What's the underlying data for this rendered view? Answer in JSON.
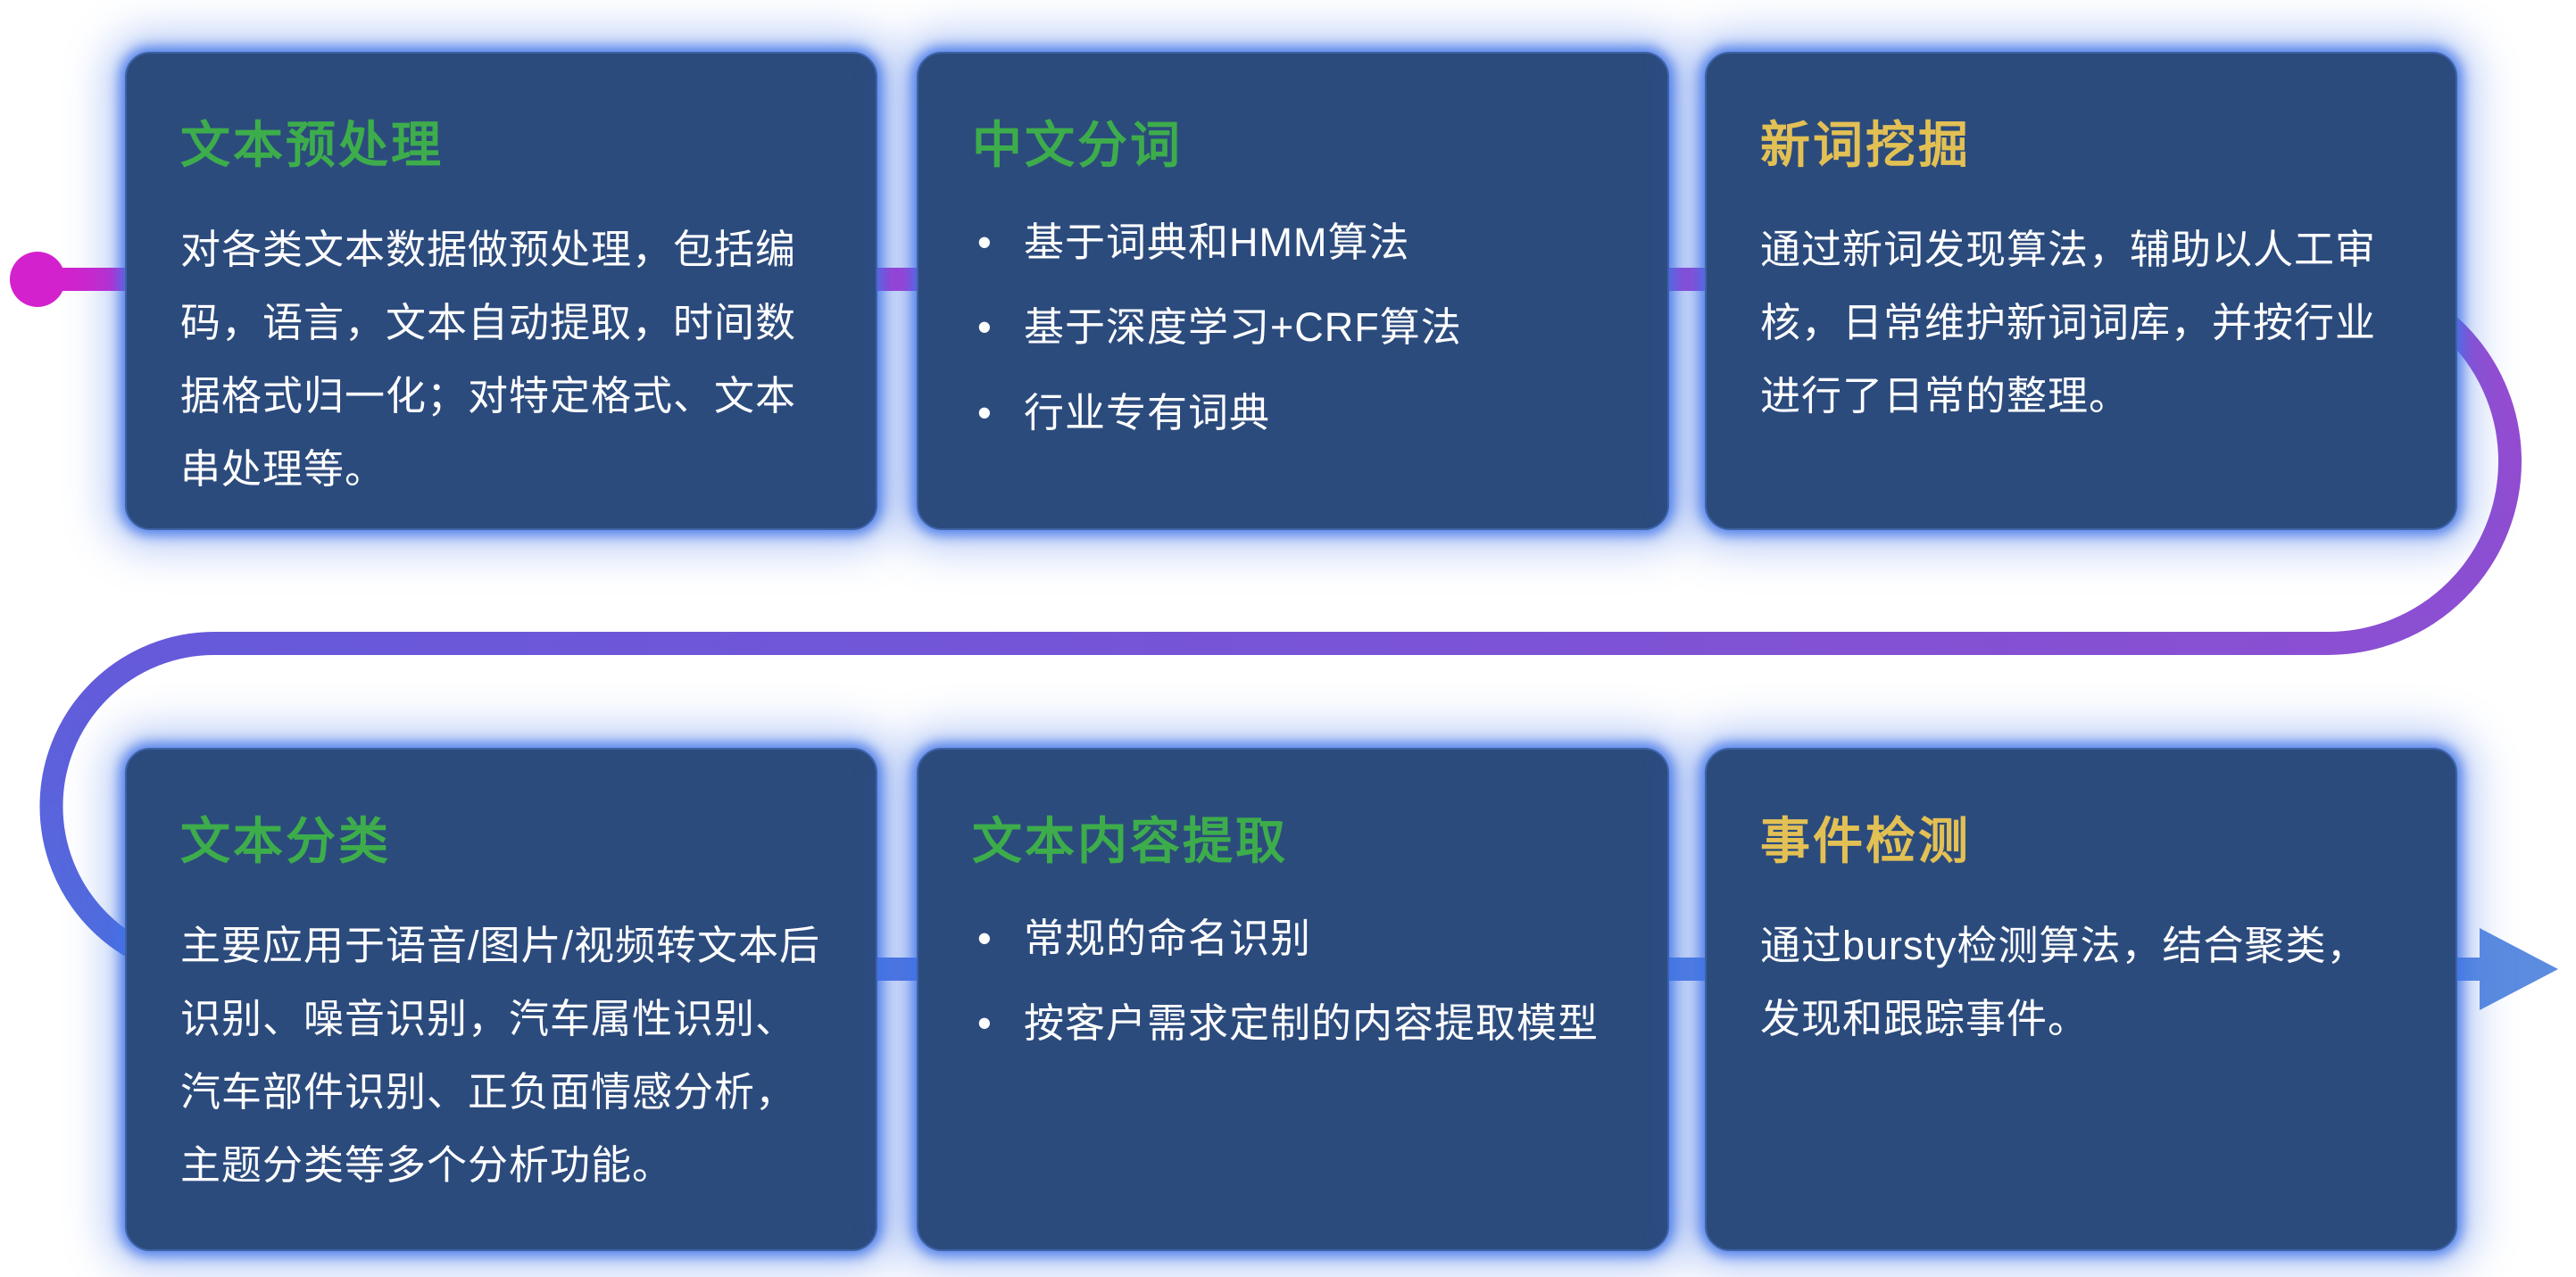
{
  "diagram": {
    "style": {
      "card_background": "#2c4b7d",
      "glow_color": "#3f73e8",
      "title_green": "#3dad4b",
      "title_yellow": "#e2c054",
      "flow_start_magenta": "#d322cd",
      "flow_mid_purple": "#8a4fd2",
      "flow_end_blue": "#5b8ce0"
    }
  },
  "cards": [
    {
      "title": "文本预处理",
      "title_color": "green",
      "text": "对各类文本数据做预处理，包括编码，语言，文本自动提取，时间数据格式归一化；对特定格式、文本串处理等。"
    },
    {
      "title": "中文分词",
      "title_color": "green",
      "bullets": [
        "基于词典和HMM算法",
        "基于深度学习+CRF算法",
        "行业专有词典"
      ]
    },
    {
      "title": "新词挖掘",
      "title_color": "yellow",
      "text": "通过新词发现算法，辅助以人工审核，日常维护新词词库，并按行业进行了日常的整理。"
    },
    {
      "title": "文本分类",
      "title_color": "green",
      "text": "主要应用于语音/图片/视频转文本后识别、噪音识别，汽车属性识别、汽车部件识别、正负面情感分析，主题分类等多个分析功能。"
    },
    {
      "title": "文本内容提取",
      "title_color": "green",
      "bullets": [
        "常规的命名识别",
        "按客户需求定制的内容提取模型"
      ]
    },
    {
      "title": "事件检测",
      "title_color": "yellow",
      "text": "通过bursty检测算法，结合聚类，发现和跟踪事件。"
    }
  ]
}
